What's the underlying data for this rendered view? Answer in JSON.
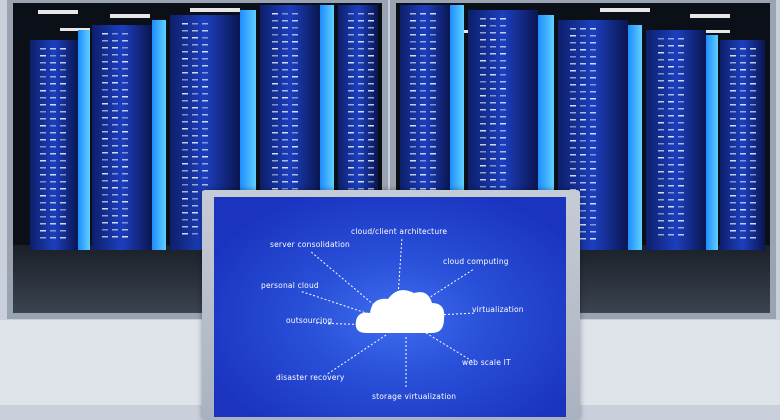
{
  "diagram": {
    "center": "cloud-icon",
    "labels": {
      "cloud_client_architecture": "cloud/client architecture",
      "server_consolidation": "server consolidation",
      "cloud_computing": "cloud computing",
      "personal_cloud": "personal cloud",
      "virtualization": "virtualization",
      "outsourcing": "outsourcing",
      "web_scale_it": "web scale IT",
      "disaster_recovery": "disaster recovery",
      "storage_virtualization": "storage virtualization"
    }
  },
  "colors": {
    "screen": "#2950d8",
    "rack_glow": "#3aa0ff",
    "wall": "#c9d0dc"
  }
}
